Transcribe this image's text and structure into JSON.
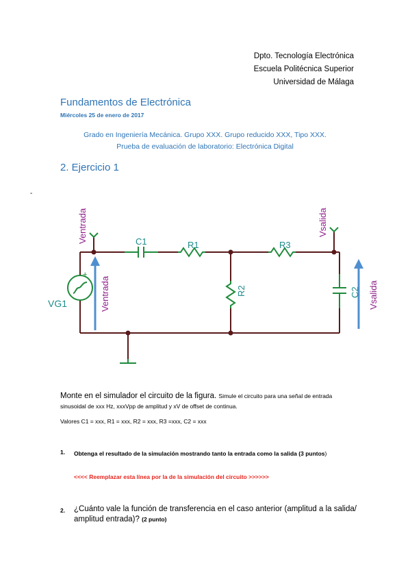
{
  "header": {
    "dept": "Dpto. Tecnología Electrónica",
    "school": "Escuela Politécnica Superior",
    "university": "Universidad de Málaga"
  },
  "course": {
    "title": "Fundamentos de Electrónica",
    "date": "Miércoles 25 de enero de 2017",
    "line1": "Grado en Ingeniería Mecánica. Grupo XXX. Grupo reducido XXX, Tipo XXX.",
    "line2": "Prueba de evaluación de laboratorio: Electrónica Digital"
  },
  "exercise": {
    "title": "2.  Ejercicio 1"
  },
  "bullet": "-",
  "circuit": {
    "labels": {
      "vin_probe": "Ventrada",
      "vin_arrow": "Ventrada",
      "vout_probe": "Vsalida",
      "vout_arrow": "Vsalida",
      "source": "VG1",
      "plus": "+",
      "c1": "C1",
      "r1": "R1",
      "r2": "R2",
      "r3": "R3",
      "c2": "C2"
    },
    "colors": {
      "wire": "#5a1a1a",
      "component": "#1e8a3a",
      "label": "#1e8a8a",
      "probe_label": "#8e1e8a",
      "arrow": "#4f8fcf"
    }
  },
  "body": {
    "para_large": "Monte en el simulador el circuito de la figura.",
    "para_small": "Simule el circuito para una señal de entrada sinusoidal de xxx Hz, xxxVpp de amplitud y xV de offset de continua.",
    "values": "Valores C1 = xxx, R1 = xxx, R2 = xxx, R3 =xxx, C2 = xxx"
  },
  "questions": [
    {
      "number": "1.",
      "text": "Obtenga el resultado de la simulación mostrando tanto la entrada como la salida (",
      "points_bold": "3 puntos",
      "close": ")",
      "placeholder": "<<<< Reemplazar esta línea por la de la simulación del circuito >>>>>>"
    },
    {
      "number": "2.",
      "text": "¿Cuánto vale la función de transferencia en el caso anterior (amplitud a la salida/ amplitud entrada)?",
      "points": "(2 punto)"
    }
  ]
}
